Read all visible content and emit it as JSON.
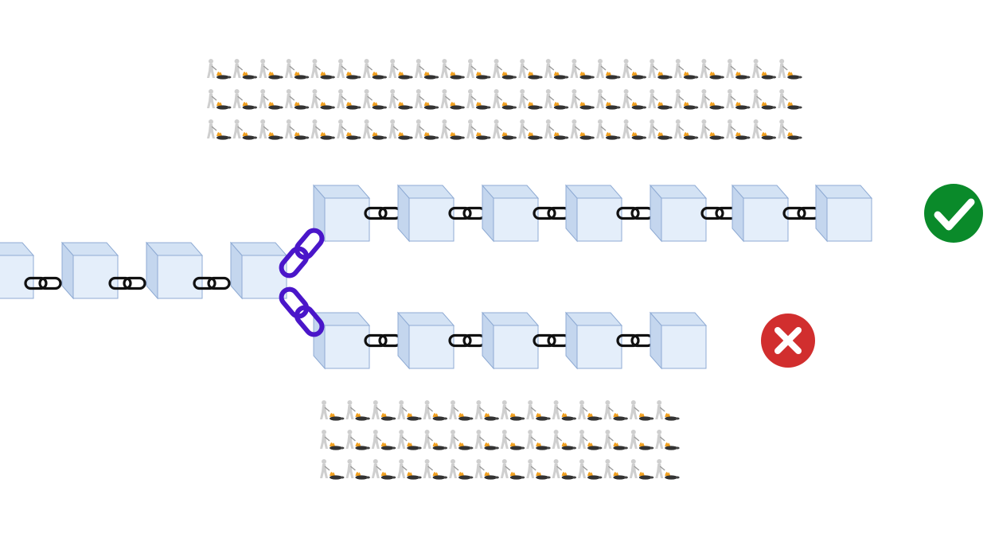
{
  "diagram": {
    "colors": {
      "block_face": "#e4eefa",
      "block_top": "#d3e2f4",
      "block_side": "#c4d6ee",
      "block_stroke": "#8fabd4",
      "link_black": "#111111",
      "link_fork": "#4a16c9",
      "accepted": "#0a8a2a",
      "rejected": "#d12e2e",
      "miner_body": "#cfcfcf",
      "miner_fire": "#f0a020"
    },
    "icons": {
      "link": "chain-link-icon",
      "fork_link": "fork-chain-link-icon",
      "accepted": "checkmark-icon",
      "rejected": "x-mark-icon",
      "miner": "miner-icon"
    },
    "main_chain": {
      "blocks": 4
    },
    "upper_branch": {
      "blocks": 7,
      "status": "accepted"
    },
    "lower_branch": {
      "blocks": 5,
      "status": "rejected"
    },
    "upper_miners": {
      "rows": 3,
      "per_row": 23
    },
    "lower_miners": {
      "rows": 3,
      "per_row": 14
    }
  }
}
